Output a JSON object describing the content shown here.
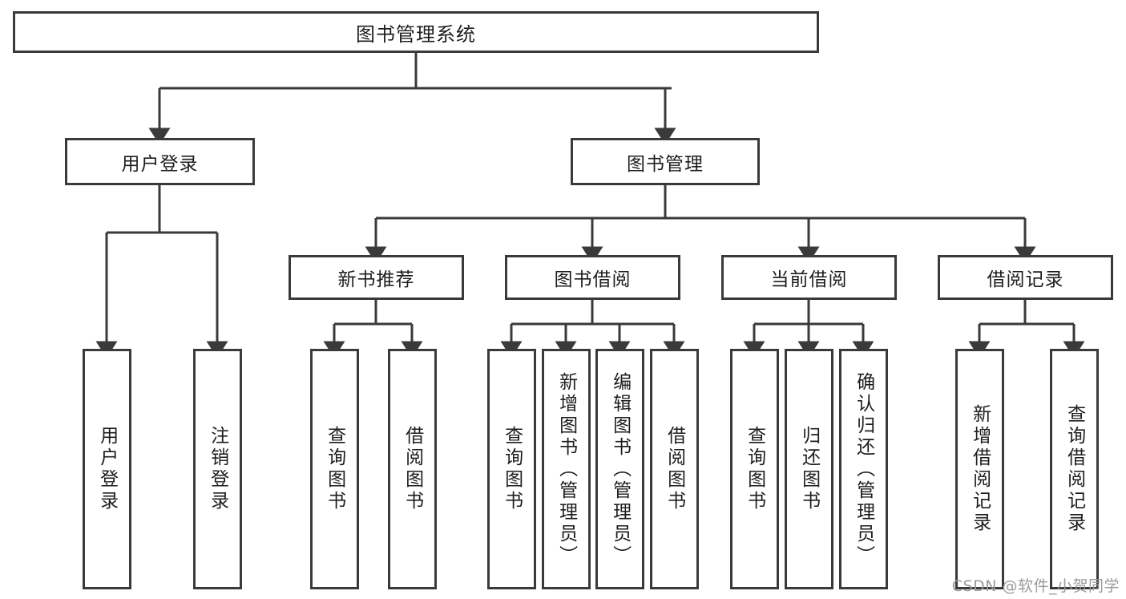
{
  "diagram": {
    "title": "图书管理系统",
    "type": "tree-hierarchy",
    "line_color": "#3a3a3a",
    "box_fill": "#ffffff",
    "text_color": "#1d1d1d",
    "background": "#ffffff"
  },
  "root": {
    "label": "图书管理系统"
  },
  "level2": [
    {
      "label": "用户登录"
    },
    {
      "label": "图书管理"
    }
  ],
  "level3": [
    {
      "label": "新书推荐"
    },
    {
      "label": "图书借阅"
    },
    {
      "label": "当前借阅"
    },
    {
      "label": "借阅记录"
    }
  ],
  "leaves": {
    "user_login": [
      {
        "label": "用户登录"
      },
      {
        "label": "注销登录"
      }
    ],
    "new_book_recommend": [
      {
        "label": "查询图书"
      },
      {
        "label": "借阅图书"
      }
    ],
    "book_borrow": [
      {
        "label": "查询图书"
      },
      {
        "label": "新增图书（管理员）"
      },
      {
        "label": "编辑图书（管理员）"
      },
      {
        "label": "借阅图书"
      }
    ],
    "current_borrow": [
      {
        "label": "查询图书"
      },
      {
        "label": "归还图书"
      },
      {
        "label": "确认归还（管理员）"
      }
    ],
    "borrow_record": [
      {
        "label": "新增借阅记录"
      },
      {
        "label": "查询借阅记录"
      }
    ]
  },
  "watermark": {
    "text": "CSDN @软件_小贺同学"
  }
}
